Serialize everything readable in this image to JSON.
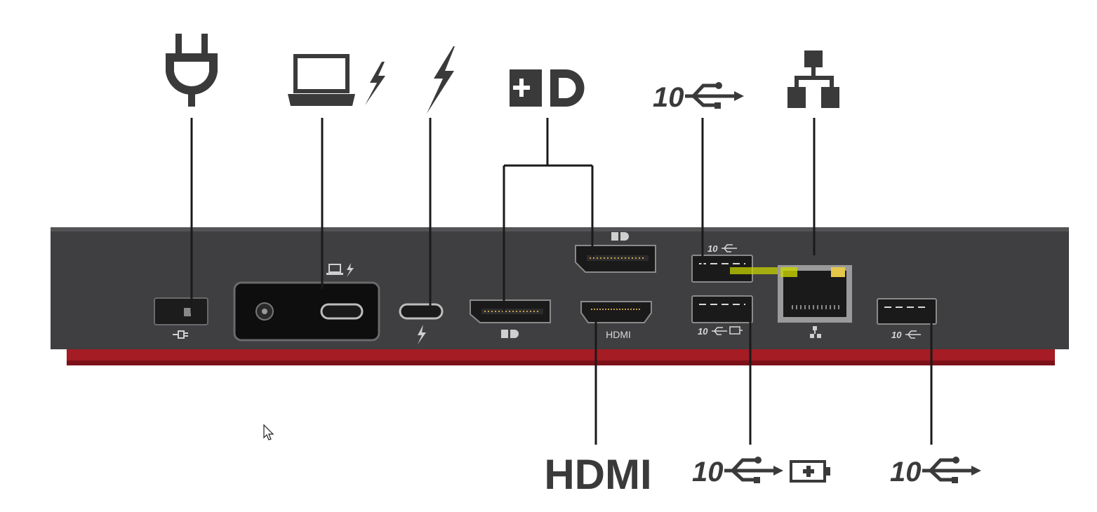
{
  "labels": {
    "hdmi_callout": "HDMI",
    "usb_speed_top": "10",
    "usb_speed_charge": "10",
    "usb_speed_right": "10",
    "port_hdmi": "HDMI",
    "port_usb_top": "10",
    "port_usb_charge": "10",
    "port_usb_right": "10"
  },
  "colors": {
    "dock_body": "#3f3f41",
    "dock_base": "#a51c24",
    "line": "#1a1a1a",
    "icon": "#3a3a3a",
    "highlight": "#c8d400"
  },
  "icons": [
    "power-plug-icon",
    "laptop-power-icon",
    "thunderbolt-icon",
    "displayport-icon",
    "usb-icon",
    "ethernet-icon",
    "battery-icon",
    "cursor-icon"
  ]
}
